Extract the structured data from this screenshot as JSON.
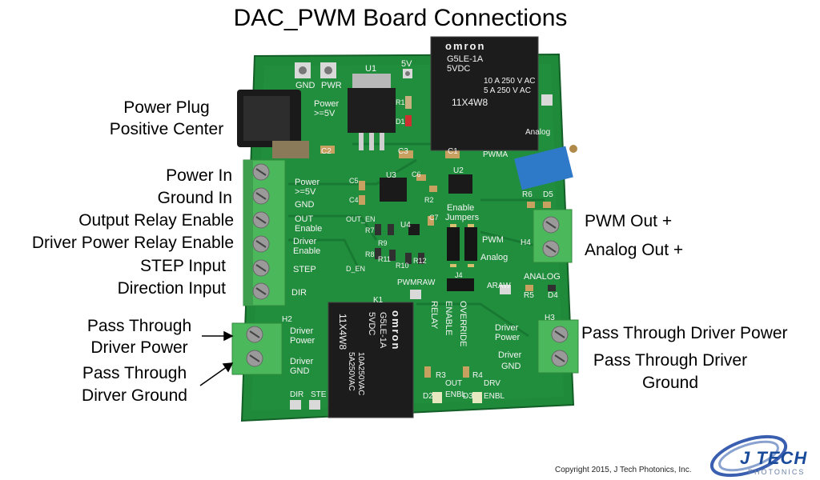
{
  "title": "DAC_PWM Board Connections",
  "left_labels": {
    "power_plug_1": "Power Plug",
    "power_plug_2": "Positive Center",
    "power_in": "Power In",
    "ground_in": "Ground In",
    "output_relay": "Output Relay Enable",
    "driver_relay": "Driver Power Relay Enable",
    "step": "STEP Input",
    "direction": "Direction Input",
    "pass_power_1": "Pass Through",
    "pass_power_2": "Driver Power",
    "pass_ground_1": "Pass Through",
    "pass_ground_2": "Dirver Ground"
  },
  "right_labels": {
    "pwm_out": "PWM Out +",
    "analog_out": "Analog Out +",
    "pass_power": "Pass Through Driver Power",
    "pass_ground_1": "Pass Through Driver",
    "pass_ground_2": "Ground"
  },
  "silkscreen": {
    "gnd": "GND",
    "pwr": "PWR",
    "u1": "U1",
    "v5": "5V",
    "power": "Power",
    "ge5v": ">=5V",
    "power_t": "Power",
    "ge5v_t": ">=5V",
    "gnd_t": "GND",
    "out": "OUT",
    "enable": "Enable",
    "driver": "Driver",
    "enable2": "Enable",
    "step": "STEP",
    "dir": "DIR",
    "h2_driver": "Driver",
    "h2_power": "Power",
    "h2_driver2": "Driver",
    "h2_gnd": "GND",
    "h3_driver": "Driver",
    "h3_power": "Power",
    "h3_driver2": "Driver",
    "h3_gnd": "GND",
    "u3": "U3",
    "u2": "U2",
    "u4": "U4",
    "pwma": "PWMA",
    "analog": "Analog",
    "enable_jumpers_1": "Enable",
    "enable_jumpers_2": "Jumpers",
    "pwm": "PWM",
    "analog2": "Analog",
    "pwmraw": "PWMRAW",
    "araw": "ARAW",
    "analog_caps": "ANALOG",
    "r5": "R5",
    "d4": "D4",
    "r6": "R6",
    "d5": "D5",
    "h4": "H4",
    "h2": "H2",
    "h3": "H3",
    "k1": "K1",
    "relay": "RELAY",
    "enable_v": "ENABLE",
    "override": "OVERRIDE",
    "d2": "D2",
    "r3": "R3",
    "enbl": "ENBL",
    "out2": "OUT",
    "d3": "D3",
    "r4": "R4",
    "enbl2": "ENBL",
    "drv": "DRV",
    "dir_b": "DIR",
    "ste_b": "STE",
    "c2": "C2",
    "c3": "C3",
    "c1": "C1",
    "c4": "C4",
    "c5": "C5",
    "c6": "C6",
    "c7": "C7",
    "r1": "R1",
    "d1": "D1",
    "r2": "R2",
    "r7": "R7",
    "r8": "R8",
    "r9": "R9",
    "r10": "R10",
    "r11": "R11",
    "r12": "R12",
    "out_en": "OUT_EN",
    "d_en": "D_EN",
    "j4": "J4"
  },
  "relay_top": {
    "brand": "omron",
    "model": "G5LE-1A",
    "coil": "5VDC",
    "rating1": "10 A 250 V AC",
    "rating2": "5 A 250 V AC",
    "code": "11X4W8"
  },
  "relay_bottom": {
    "brand": "omron",
    "model": "G5LE-1A",
    "coil": "5VDC",
    "rating1": "10A250VAC",
    "rating2": "5A250VAC",
    "code": "11X4W8"
  },
  "copyright": "Copyright 2015, J Tech Photonics, Inc.",
  "logo": {
    "name": "J TECH",
    "sub": "PHOTONICS"
  },
  "colors": {
    "pcb": "#1f8a3a",
    "pcb_dark": "#16702d",
    "terminal": "#4cb85c",
    "relay": "#1c1c1c",
    "pot": "#2f79c9"
  }
}
